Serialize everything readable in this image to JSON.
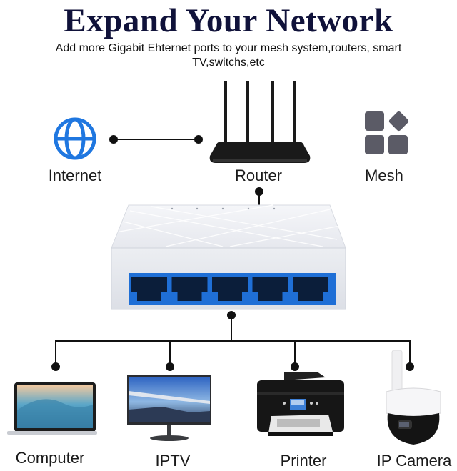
{
  "header": {
    "title": "Expand Your Network",
    "subtitle": "Add more Gigabit Ehternet ports to your mesh system,routers, smart TV,switchs,etc"
  },
  "top_devices": [
    {
      "label": "Internet",
      "icon": "globe-icon"
    },
    {
      "label": "Router",
      "icon": "router-icon"
    },
    {
      "label": "Mesh",
      "icon": "apps-grid-icon"
    }
  ],
  "switch": {
    "ports": 5,
    "port_color": "#1f6fd6"
  },
  "bottom_devices": [
    {
      "label": "Computer",
      "icon": "laptop-icon"
    },
    {
      "label": "IPTV",
      "icon": "monitor-icon"
    },
    {
      "label": "Printer",
      "icon": "printer-icon"
    },
    {
      "label": "IP Camera",
      "icon": "camera-icon"
    }
  ],
  "colors": {
    "title": "#10123a",
    "globe": "#1f77e0",
    "mesh": "#5b5b66",
    "line": "#111111"
  }
}
